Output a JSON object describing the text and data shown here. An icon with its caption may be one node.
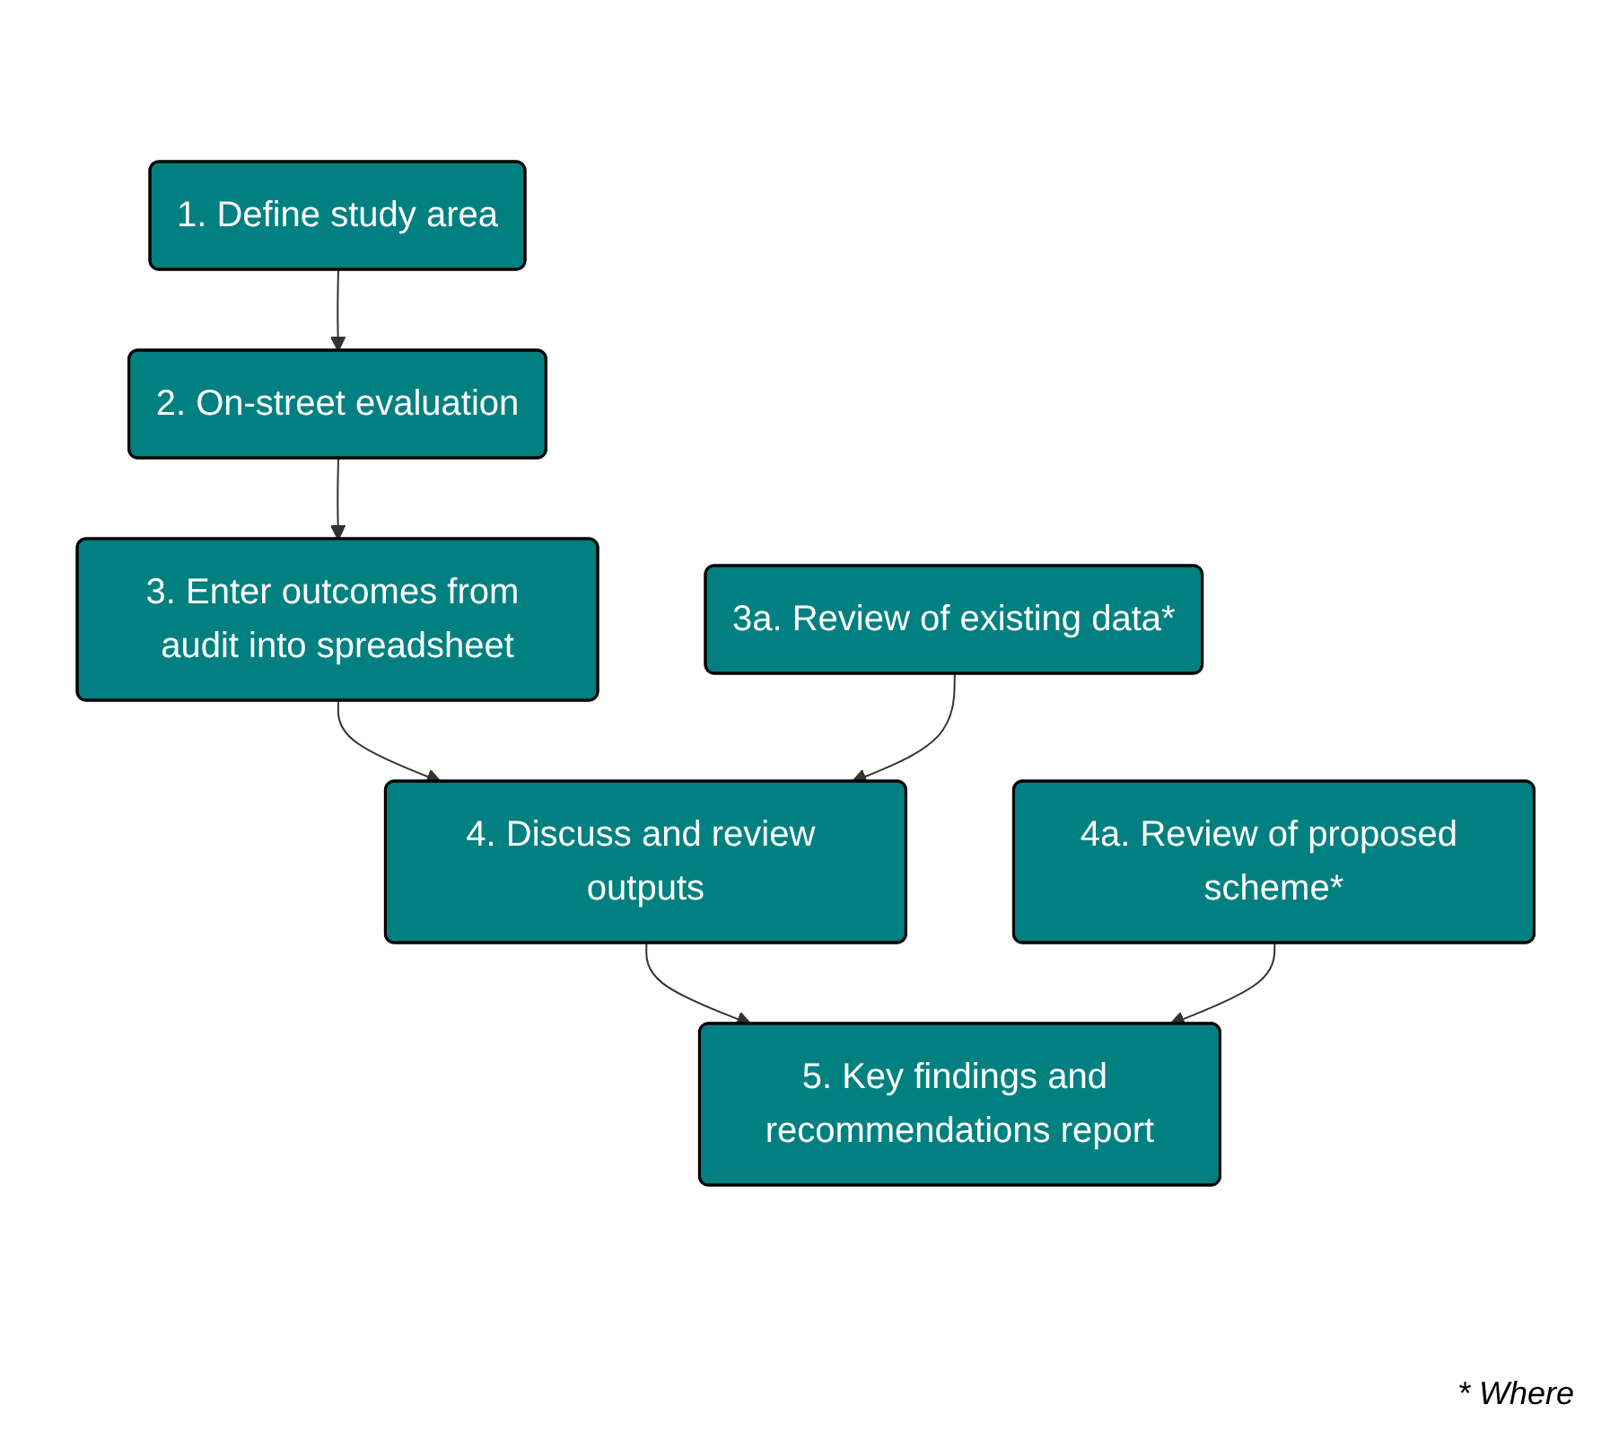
{
  "diagram": {
    "nodes": [
      {
        "text": [
          "1. Define study area"
        ]
      },
      {
        "text": [
          "2. On-street evaluation"
        ]
      },
      {
        "text": [
          "3. Enter outcomes from audit into spreadsheet"
        ]
      },
      {
        "text": [
          "3a. Review of existing data*"
        ]
      },
      {
        "text": [
          "4. Discuss and review outputs"
        ]
      },
      {
        "text": [
          "4a. Review of proposed scheme*"
        ]
      },
      {
        "text": [
          "5. Key findings and recommendations report"
        ]
      }
    ],
    "edges": [
      {
        "from": 0,
        "to": 1,
        "arrow": "to"
      },
      {
        "from": 1,
        "to": 2,
        "arrow": "to"
      },
      {
        "from": 2,
        "to": 4,
        "arrow": "to"
      },
      {
        "from": 3,
        "to": 4,
        "arrow": "to"
      },
      {
        "from": 4,
        "to": 6,
        "arrow": "to"
      },
      {
        "from": 5,
        "to": 6,
        "arrow": "to"
      }
    ],
    "labels": [
      "* Where"
    ]
  }
}
